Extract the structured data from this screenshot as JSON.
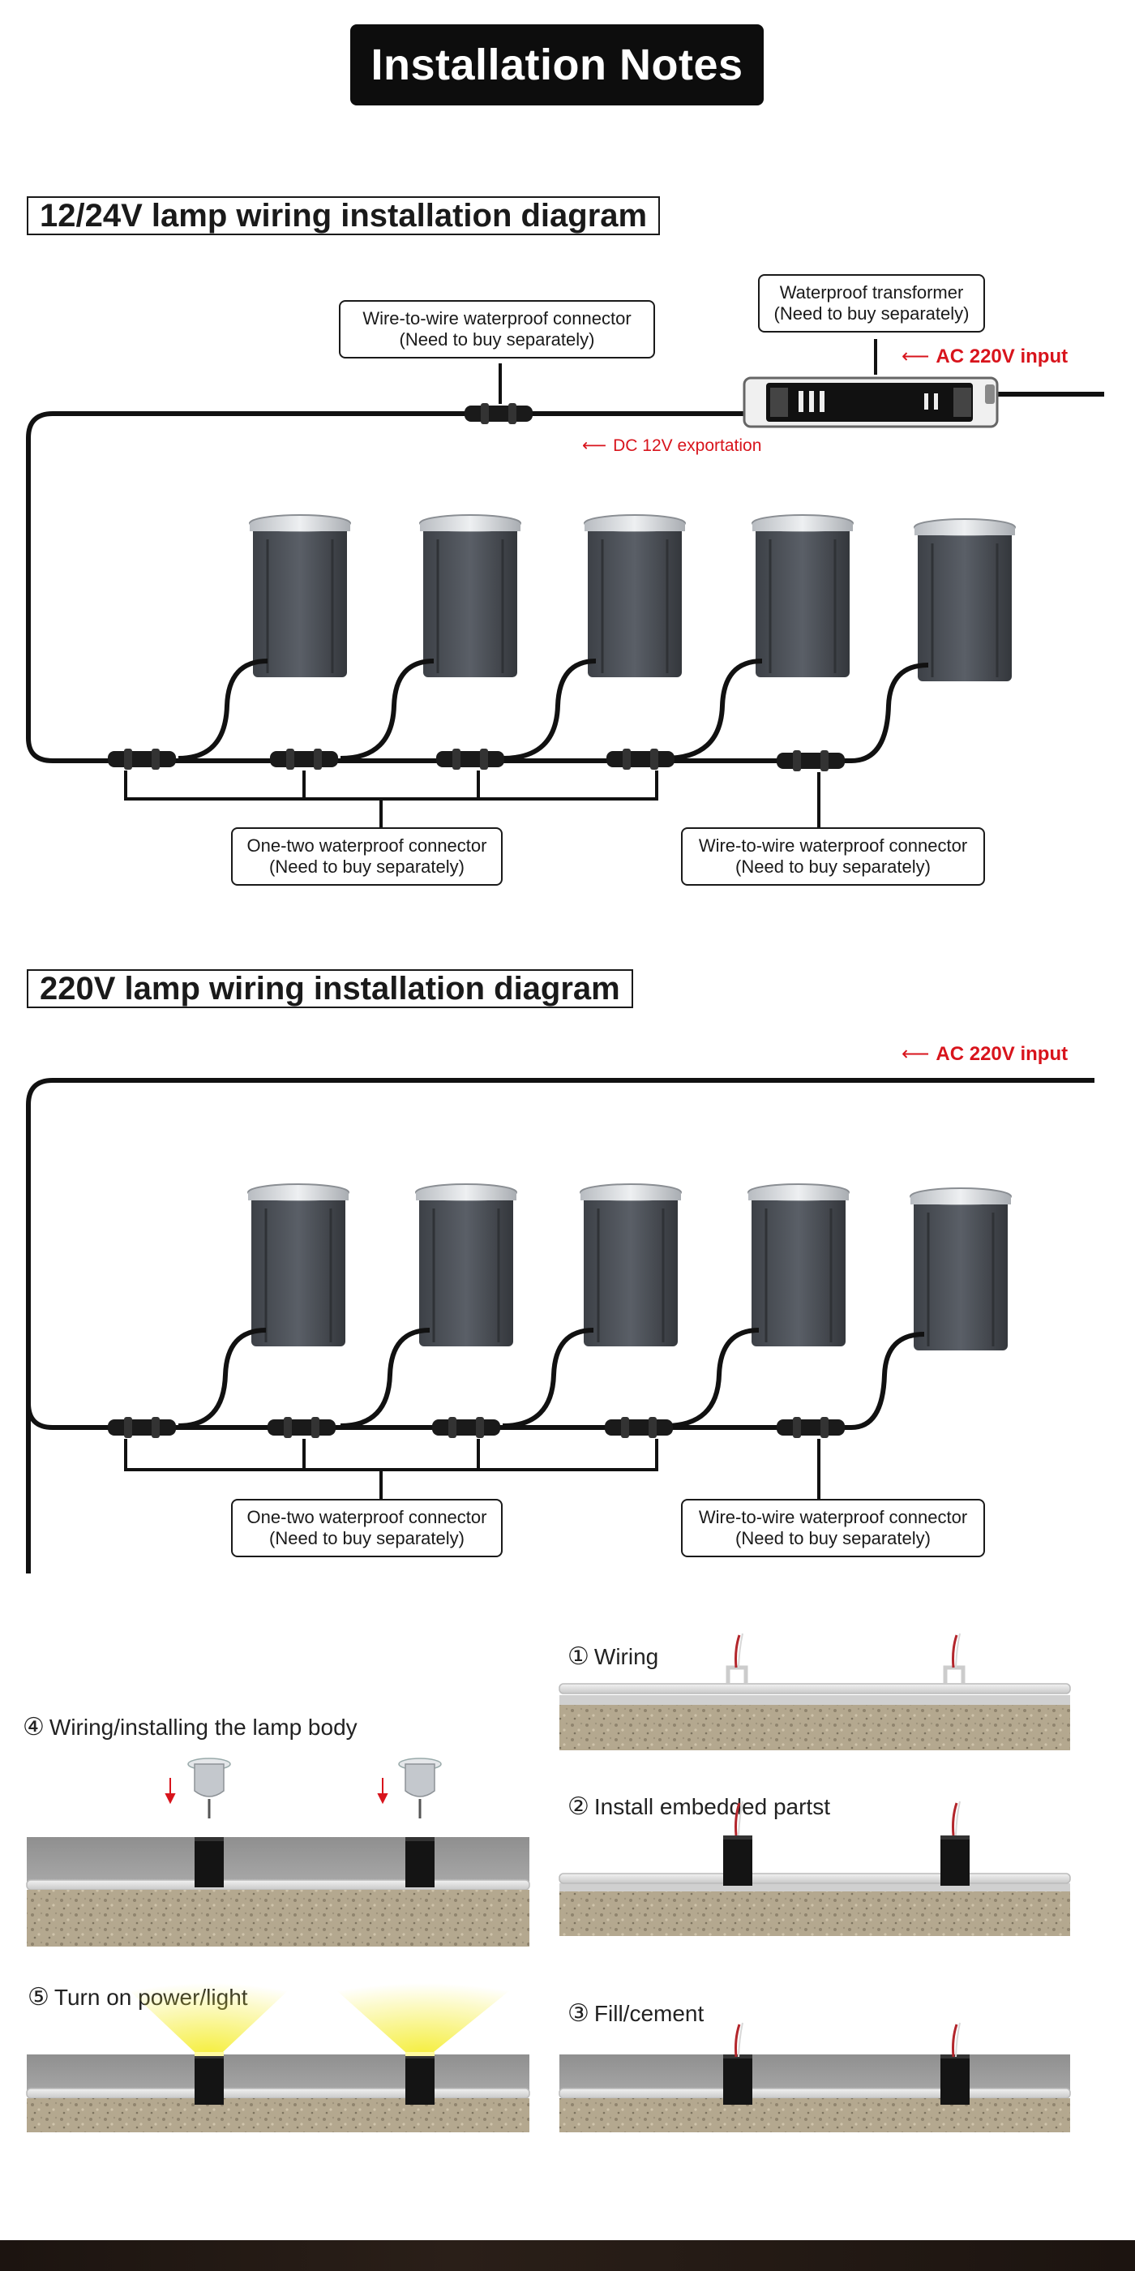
{
  "header": {
    "title": "Installation Notes"
  },
  "section_low_voltage": {
    "title": "12/24V lamp wiring installation diagram",
    "transformer_callout": [
      "Waterproof transformer",
      "(Need to buy separately)"
    ],
    "top_connector_callout": [
      "Wire-to-wire waterproof connector",
      "(Need to buy separately)"
    ],
    "ac_input": "AC 220V input",
    "dc_output": "DC 12V exportation",
    "one_two_callout": [
      "One-two waterproof connector",
      "(Need to buy separately)"
    ],
    "wire_to_wire_callout": [
      "Wire-to-wire waterproof connector",
      "(Need to buy separately)"
    ],
    "lamp_count": 5
  },
  "section_high_voltage": {
    "title": "220V lamp wiring installation diagram",
    "ac_input": "AC 220V input",
    "one_two_callout": [
      "One-two waterproof connector",
      "(Need to buy separately)"
    ],
    "wire_to_wire_callout": [
      "Wire-to-wire waterproof connector",
      "(Need to buy separately)"
    ],
    "lamp_count": 5
  },
  "steps": [
    {
      "num": "①",
      "label": "Wiring"
    },
    {
      "num": "②",
      "label": "Install embedded partst"
    },
    {
      "num": "③",
      "label": "Fill/cement"
    },
    {
      "num": "④",
      "label": "Wiring/installing the lamp body"
    },
    {
      "num": "⑤",
      "label": "Turn on power/light"
    }
  ],
  "colors": {
    "accent_red": "#d8141c",
    "lamp_body": "#4a4e55",
    "lamp_top": "#c9ccd0",
    "cable": "#111111",
    "concrete": "#9b9b9b",
    "soil": "#b7ab93",
    "light_glow": "#f5ee3a"
  }
}
